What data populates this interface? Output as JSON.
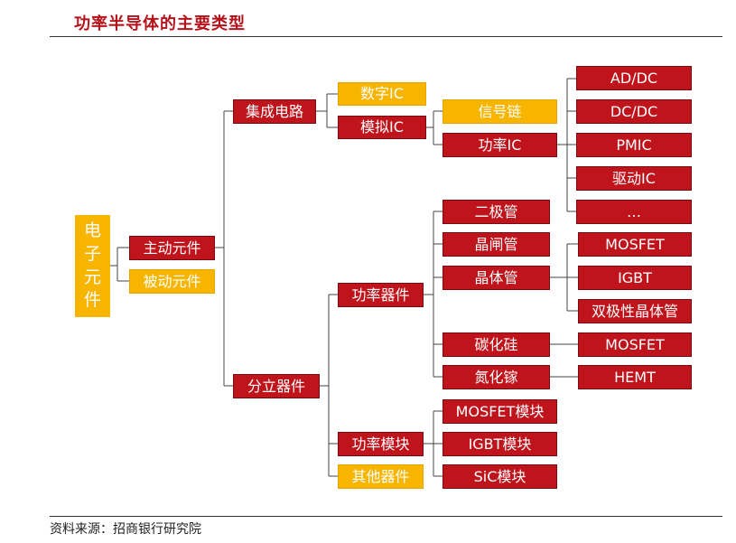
{
  "title": "功率半导体的主要类型",
  "source": "资料来源：招商银行研究院",
  "colors": {
    "accent_red": "#c0141c",
    "accent_yellow": "#f7b500",
    "title_red": "#b5121b"
  },
  "nodes": {
    "root": "电子元件",
    "active": "主动元件",
    "passive": "被动元件",
    "ic": "集成电路",
    "discrete": "分立器件",
    "digital_ic": "数字IC",
    "analog_ic": "模拟IC",
    "signal_chain": "信号链",
    "power_ic": "功率IC",
    "ad_dc": "AD/DC",
    "dc_dc": "DC/DC",
    "pmic": "PMIC",
    "driver_ic": "驱动IC",
    "ellipsis": "…",
    "power_device": "功率器件",
    "power_module": "功率模块",
    "other_device": "其他器件",
    "diode": "二极管",
    "thyristor": "晶闸管",
    "transistor": "晶体管",
    "sic": "碳化硅",
    "gan": "氮化镓",
    "mosfet_1": "MOSFET",
    "igbt": "IGBT",
    "bjt": "双极性晶体管",
    "mosfet_2": "MOSFET",
    "hemt": "HEMT",
    "mosfet_module": "MOSFET模块",
    "igbt_module": "IGBT模块",
    "sic_module": "SiC模块"
  }
}
